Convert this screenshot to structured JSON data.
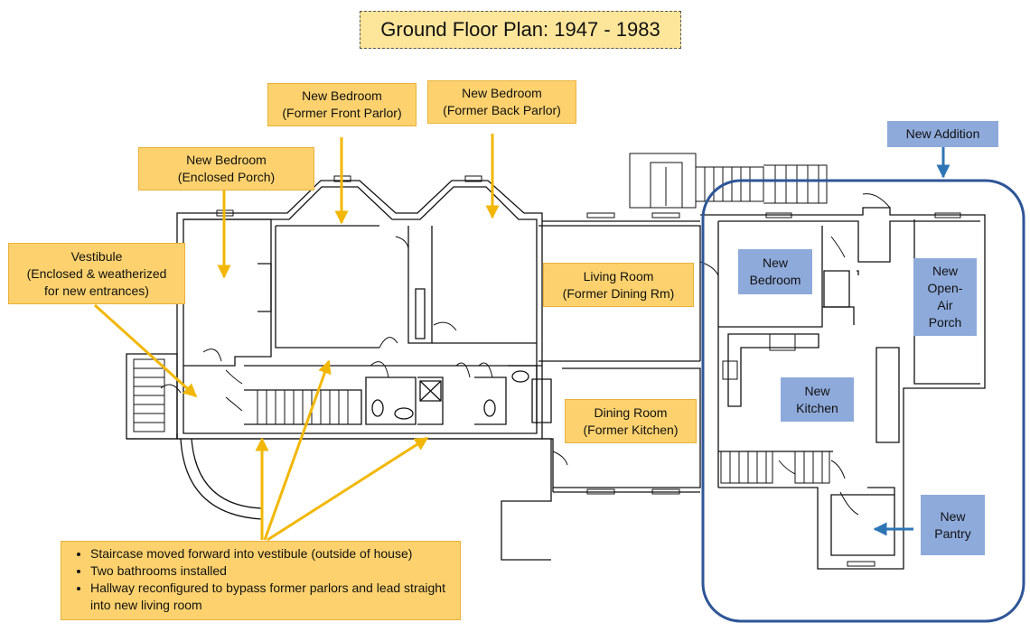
{
  "title": "Ground Floor Plan: 1947 - 1983",
  "callouts": {
    "enclosed_porch": [
      "New Bedroom",
      "(Enclosed Porch)"
    ],
    "front_parlor": [
      "New Bedroom",
      "(Former Front Parlor)"
    ],
    "back_parlor": [
      "New Bedroom",
      "(Former Back Parlor)"
    ],
    "vestibule": [
      "Vestibule",
      "(Enclosed & weatherized",
      "for new entrances)"
    ],
    "living_room": [
      "Living Room",
      "(Former Dining Rm)"
    ],
    "dining_room": [
      "Dining Room",
      "(Former Kitchen)"
    ]
  },
  "addition": {
    "label": "New Addition",
    "new_bedroom": [
      "New",
      "Bedroom"
    ],
    "open_air_porch": [
      "New",
      "Open-",
      "Air",
      "Porch"
    ],
    "new_kitchen": [
      "New",
      "Kitchen"
    ],
    "new_pantry": [
      "New",
      "Pantry"
    ]
  },
  "notes": [
    "Staircase moved forward into vestibule (outside of house)",
    "Two bathrooms installed",
    "Hallway reconfigured to bypass former parlors and lead straight into new living room"
  ],
  "colors": {
    "callout_fill": "#fdd26e",
    "title_fill": "#fde69a",
    "addition_fill": "#8eaadb",
    "addition_outline": "#2e5597",
    "arrow_orange": "#f2b705",
    "arrow_blue": "#2e75b6"
  }
}
